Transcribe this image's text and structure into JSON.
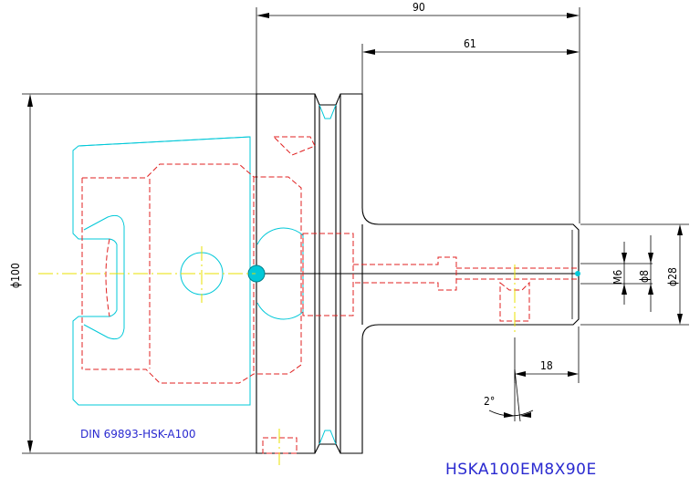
{
  "dimensions": {
    "overall_length": "90",
    "shank_length": "61",
    "flange_diameter": "ϕ100",
    "thread": "M6",
    "bore_diameter": "ϕ8",
    "shank_diameter": "ϕ28",
    "set_screw_distance": "18",
    "taper_angle": "2°"
  },
  "labels": {
    "standard": "DIN 69893-HSK-A100",
    "part_code": "HSKA100EM8X90E"
  },
  "colors": {
    "outline": "#000000",
    "taper": "#00c8d8",
    "hidden": "#e02020",
    "center": "#e8e000",
    "text": "#2a2ad0"
  }
}
